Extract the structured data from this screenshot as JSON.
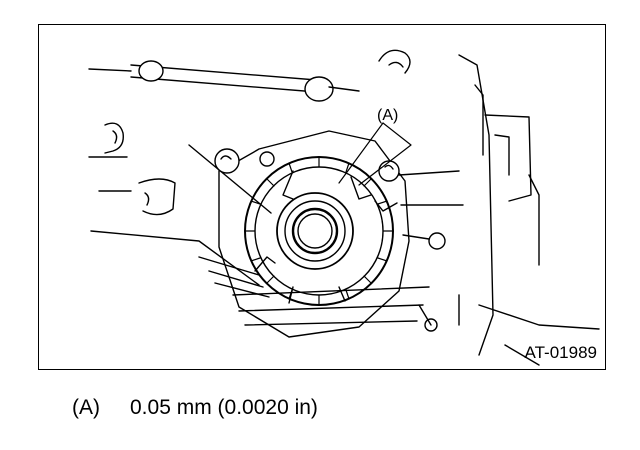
{
  "figure": {
    "id_label": "AT-01989",
    "callout_label": "(A)",
    "line_color": "#000000",
    "background": "#ffffff",
    "icons": [
      "transmission-housing",
      "oil-pump-assembly",
      "clearance-measurement-point"
    ]
  },
  "legend": {
    "key": "(A)",
    "text": "0.05 mm (0.0020 in)"
  }
}
